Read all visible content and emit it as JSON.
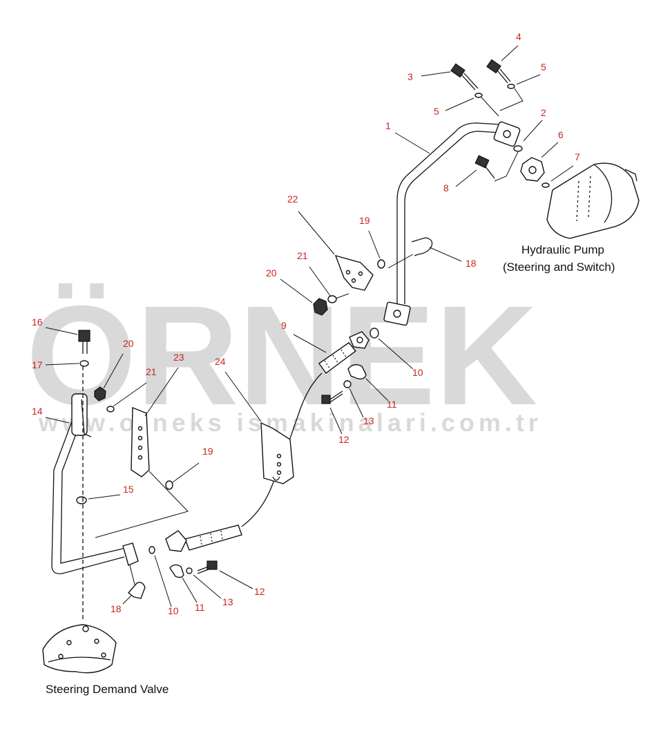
{
  "watermark": {
    "brand": "ÖRNEK",
    "url": "www.orneks ismakinalari.com.tr",
    "color": "#d9d9d9",
    "accent": "#e8cf7a"
  },
  "captions": {
    "pump_line1": "Hydraulic Pump",
    "pump_line2": "(Steering and Switch)",
    "valve": "Steering Demand Valve"
  },
  "callout_color": "#c8241e",
  "callouts": [
    {
      "id": "c1",
      "text": "1"
    },
    {
      "id": "c2",
      "text": "2"
    },
    {
      "id": "c3",
      "text": "3"
    },
    {
      "id": "c4",
      "text": "4"
    },
    {
      "id": "c5a",
      "text": "5"
    },
    {
      "id": "c5b",
      "text": "5"
    },
    {
      "id": "c6",
      "text": "6"
    },
    {
      "id": "c7",
      "text": "7"
    },
    {
      "id": "c8",
      "text": "8"
    },
    {
      "id": "c9",
      "text": "9"
    },
    {
      "id": "c10a",
      "text": "10"
    },
    {
      "id": "c10b",
      "text": "10"
    },
    {
      "id": "c11a",
      "text": "11"
    },
    {
      "id": "c11b",
      "text": "11"
    },
    {
      "id": "c12a",
      "text": "12"
    },
    {
      "id": "c12b",
      "text": "12"
    },
    {
      "id": "c13a",
      "text": "13"
    },
    {
      "id": "c13b",
      "text": "13"
    },
    {
      "id": "c14",
      "text": "14"
    },
    {
      "id": "c15",
      "text": "15"
    },
    {
      "id": "c16",
      "text": "16"
    },
    {
      "id": "c17",
      "text": "17"
    },
    {
      "id": "c18a",
      "text": "18"
    },
    {
      "id": "c18b",
      "text": "18"
    },
    {
      "id": "c19a",
      "text": "19"
    },
    {
      "id": "c19b",
      "text": "19"
    },
    {
      "id": "c20a",
      "text": "20"
    },
    {
      "id": "c20b",
      "text": "20"
    },
    {
      "id": "c21a",
      "text": "21"
    },
    {
      "id": "c21b",
      "text": "21"
    },
    {
      "id": "c22",
      "text": "22"
    },
    {
      "id": "c23",
      "text": "23"
    },
    {
      "id": "c24",
      "text": "24"
    }
  ]
}
